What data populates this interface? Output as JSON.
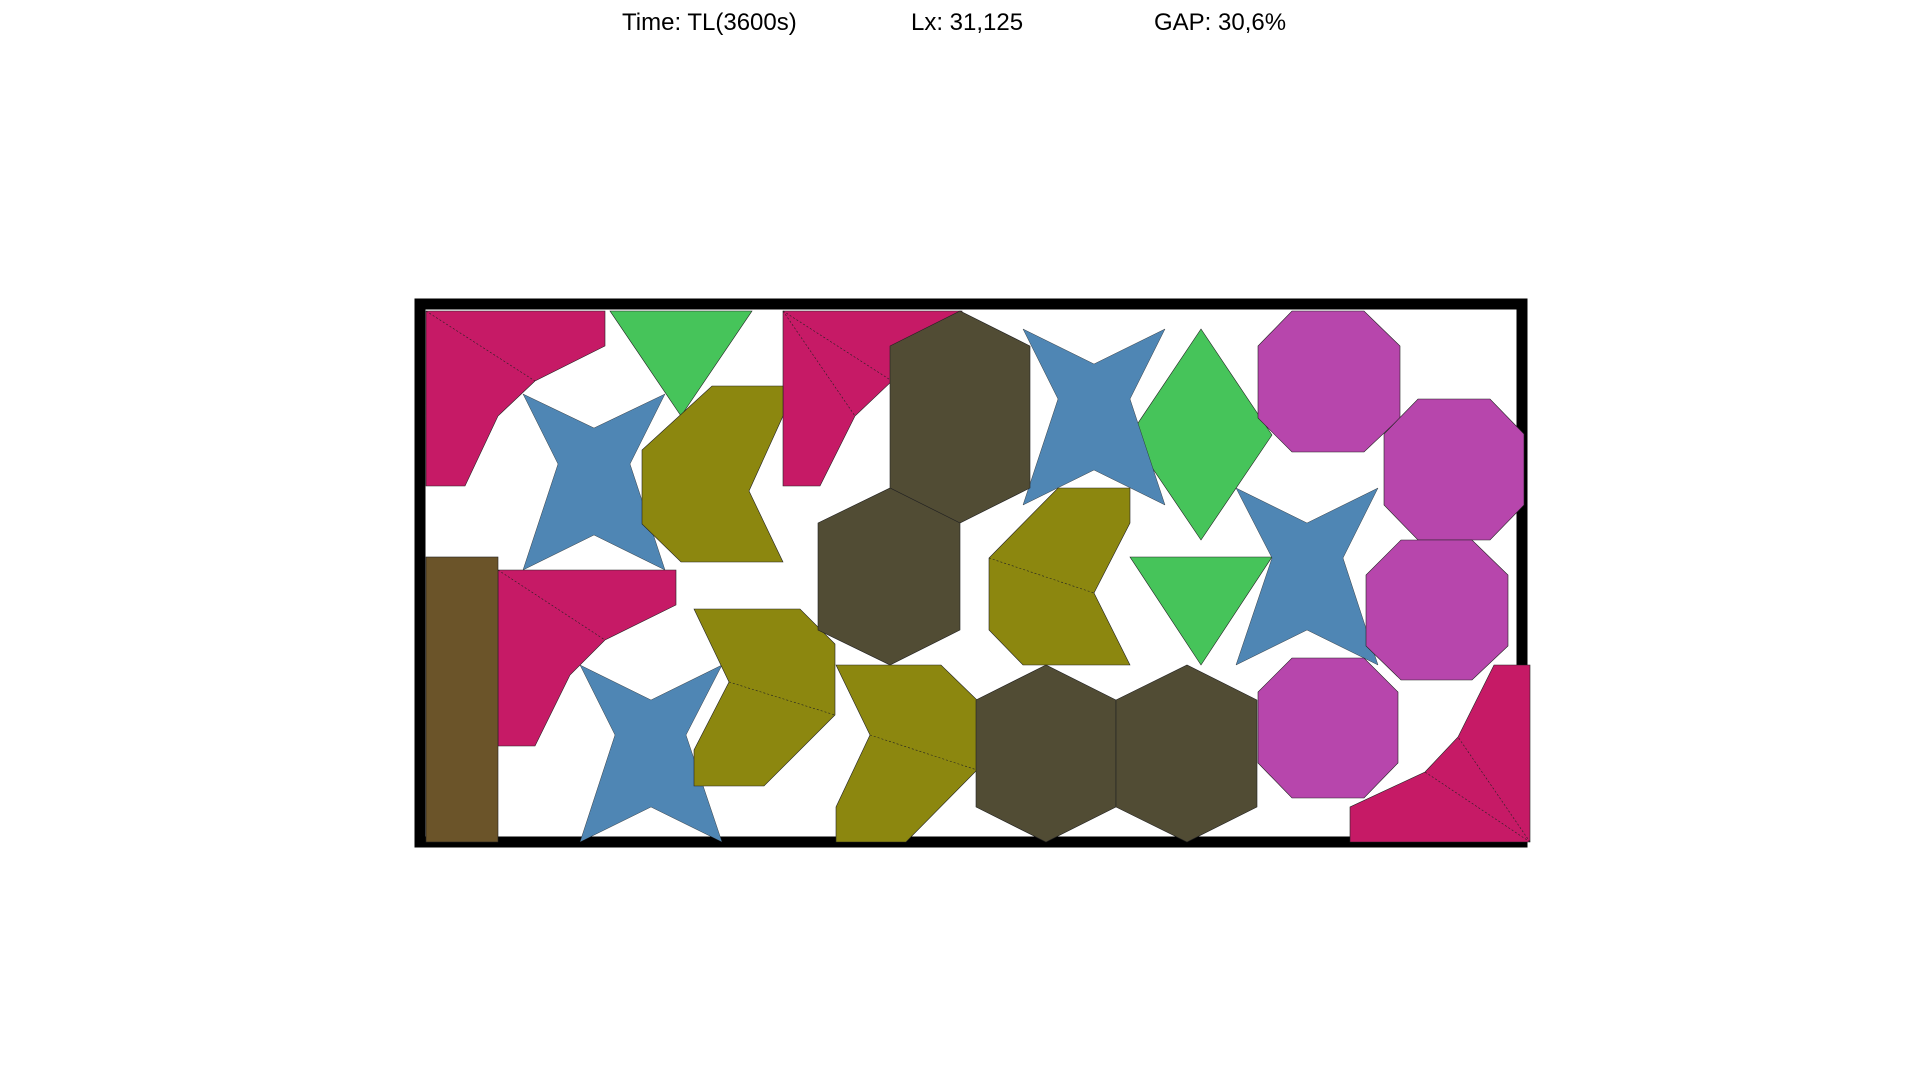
{
  "header": {
    "time": "Time: TL(3600s)",
    "lx": "Lx: 31,125",
    "gap": "GAP: 30,6%"
  },
  "colors": {
    "frame": "#000000",
    "background": "#ffffff",
    "magenta_piece": "#c61a66",
    "green_piece": "#46c45a",
    "blue_star": "#4f86b4",
    "olive_chevron": "#8c870f",
    "dark_hexagon": "#514c34",
    "purple_octagon": "#b746ac",
    "brown_rectangle": "#6b5429"
  },
  "piece_kinds": [
    "magenta-quadrant",
    "green-triangle",
    "green-diamond",
    "blue-star",
    "olive-chevron",
    "dark-hexagon",
    "purple-octagon",
    "brown-rectangle"
  ]
}
